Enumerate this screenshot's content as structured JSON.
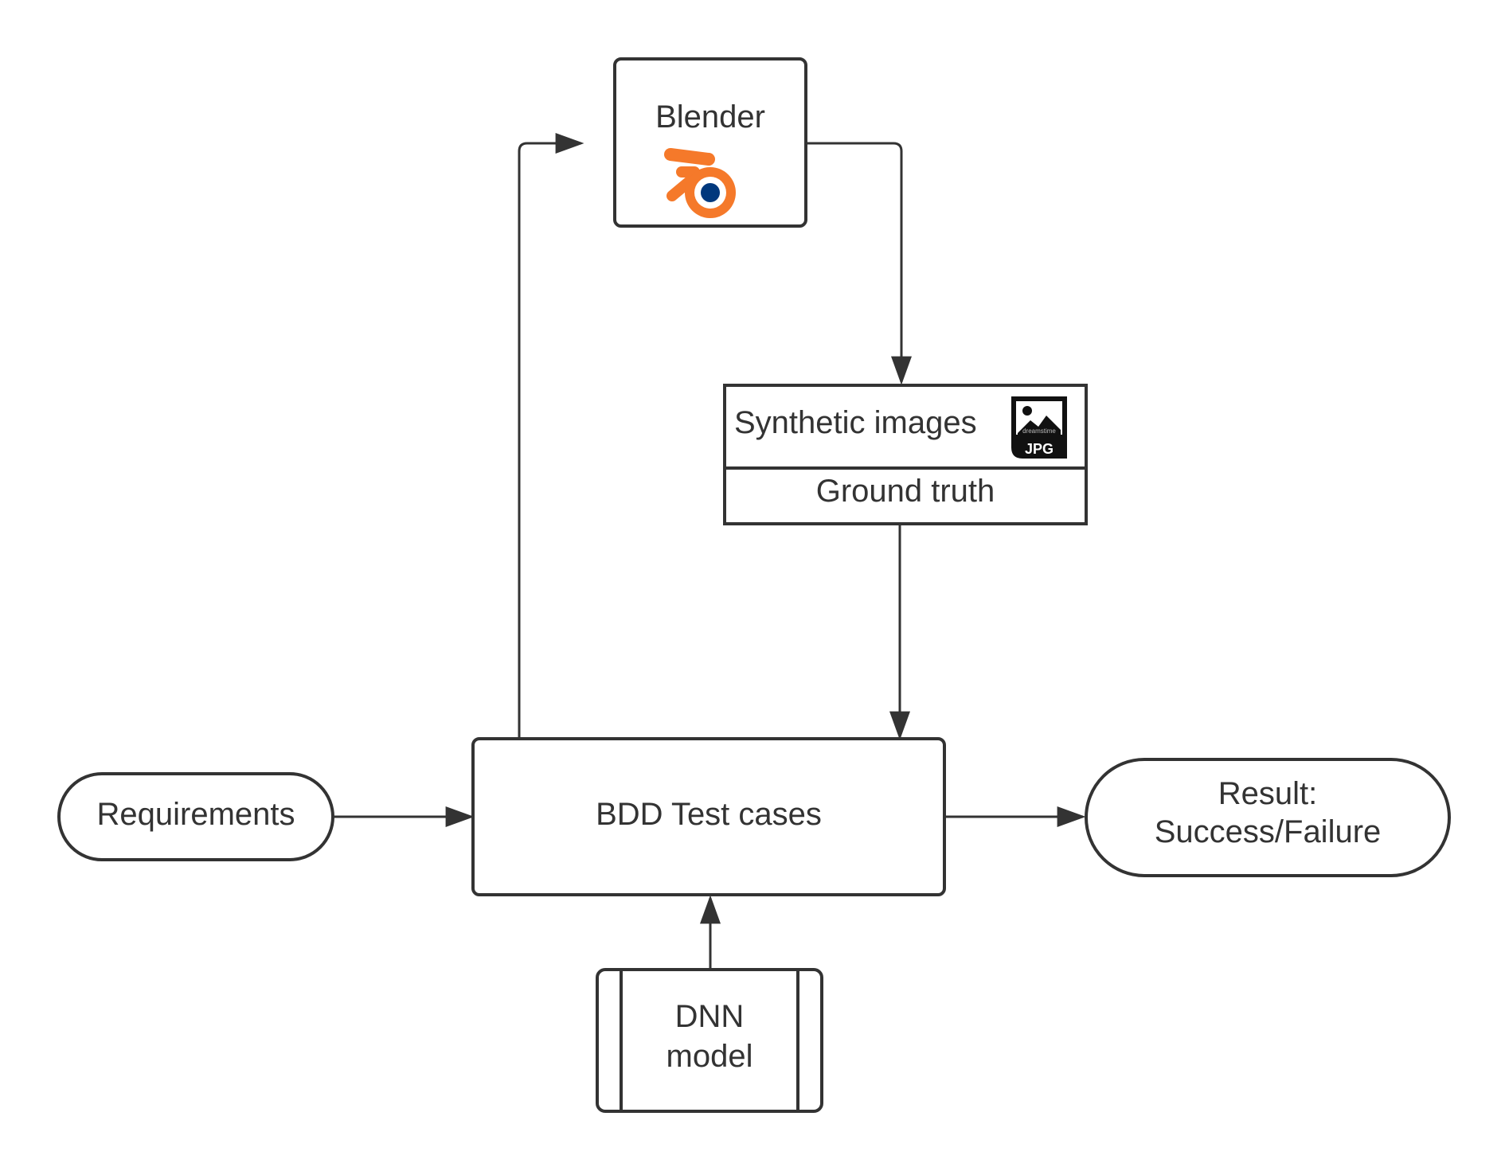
{
  "nodes": {
    "blender": {
      "label": "Blender",
      "icon": "blender-logo-icon"
    },
    "synthetic": {
      "label": "Synthetic images",
      "icon": "jpg-image-icon",
      "icon_watermark": "dreamstime",
      "icon_badge": "JPG",
      "footer_label": "Ground truth"
    },
    "bdd": {
      "label": "BDD Test cases"
    },
    "requirements": {
      "label": "Requirements"
    },
    "result": {
      "label_line1": "Result:",
      "label_line2": "Success/Failure"
    },
    "dnn": {
      "label_line1": "DNN",
      "label_line2": "model"
    }
  },
  "colors": {
    "stroke": "#333333",
    "text": "#333333",
    "blender_orange": "#f5792a",
    "blender_blue": "#00387d",
    "background": "#ffffff"
  }
}
